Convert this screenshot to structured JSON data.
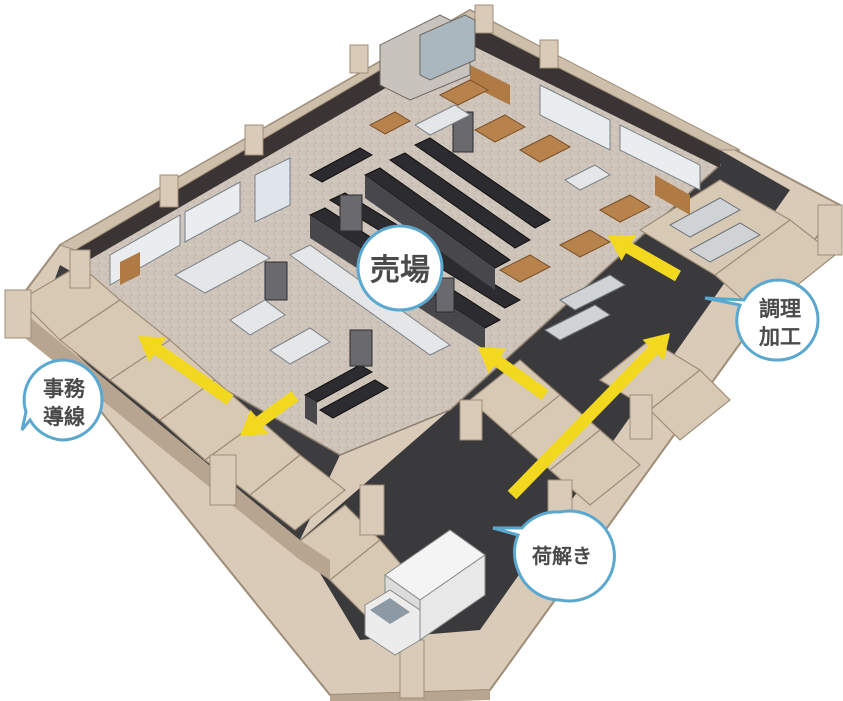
{
  "labels": {
    "sales_floor": "売場",
    "office_path_line1": "事務",
    "office_path_line2": "導線",
    "cooking_line1": "調理",
    "cooking_line2": "加工",
    "unloading": "荷解き"
  },
  "colors": {
    "arrow": "#f2d81e",
    "bubble_border": "#5aa8cf",
    "bubble_fill": "#ffffff",
    "bubble_text": "#4a4a4a",
    "wall_light": "#d9cbb8",
    "wall_dark": "#b5a48e",
    "floor_sales": "#cfc6bd",
    "floor_back": "#3a3a3d",
    "shelf_dark": "#2c2c30",
    "wood": "#b07a45"
  }
}
